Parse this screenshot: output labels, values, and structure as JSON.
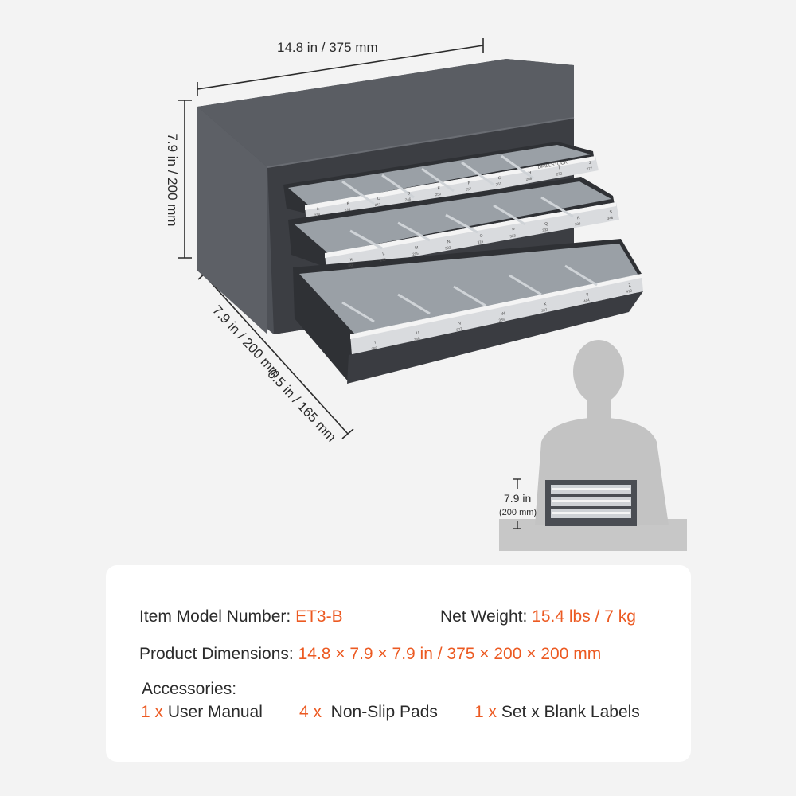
{
  "dimensions": {
    "width": "14.8 in / 375 mm",
    "height": "7.9 in / 200 mm",
    "depth_front": "7.9 in / 200 mm",
    "depth_extended": "6.5 in / 165 mm"
  },
  "cabinet": {
    "brand_label": "DRILLSTOCK",
    "drawer_top_letters": [
      "A",
      "B",
      "C",
      "D",
      "E",
      "F",
      "G",
      "H",
      "I",
      "J"
    ],
    "drawer_top_numbers": [
      "234",
      "238",
      "242",
      "246",
      "250",
      "257",
      "261",
      "266",
      "272",
      "277"
    ],
    "drawer_mid_letters": [
      "K",
      "L",
      "M",
      "N",
      "O",
      "P",
      "Q",
      "R",
      "S"
    ],
    "drawer_mid_numbers": [
      "281",
      "290",
      "295",
      "302",
      "316",
      "323",
      "332",
      "339",
      "348"
    ],
    "drawer_bot_letters": [
      "T",
      "U",
      "V",
      "W",
      "X",
      "Y",
      "Z"
    ],
    "drawer_bot_numbers": [
      "358",
      "368",
      "377",
      "386",
      "397",
      "404",
      "413"
    ]
  },
  "scale_reference": {
    "height_label": "7.9 in",
    "height_mm": "(200 mm)"
  },
  "specs": {
    "model_label": "Item Model Number: ",
    "model_value": "ET3-B",
    "weight_label": "Net Weight: ",
    "weight_value": "15.4 lbs / 7 kg",
    "dims_label": "Product Dimensions: ",
    "dims_value": "14.8 × 7.9 × 7.9 in / 375 × 200 × 200 mm",
    "accessories_title": "Accessories:",
    "accessories": [
      {
        "qty": "1 x",
        "name": " User Manual"
      },
      {
        "qty": "4 x",
        "name": "  Non-Slip Pads"
      },
      {
        "qty": "1 x",
        "name": " Set x Blank Labels"
      }
    ]
  },
  "colors": {
    "accent": "#ec5a22",
    "cabinet": "#55585e",
    "background": "#f3f3f3",
    "card": "#ffffff"
  }
}
